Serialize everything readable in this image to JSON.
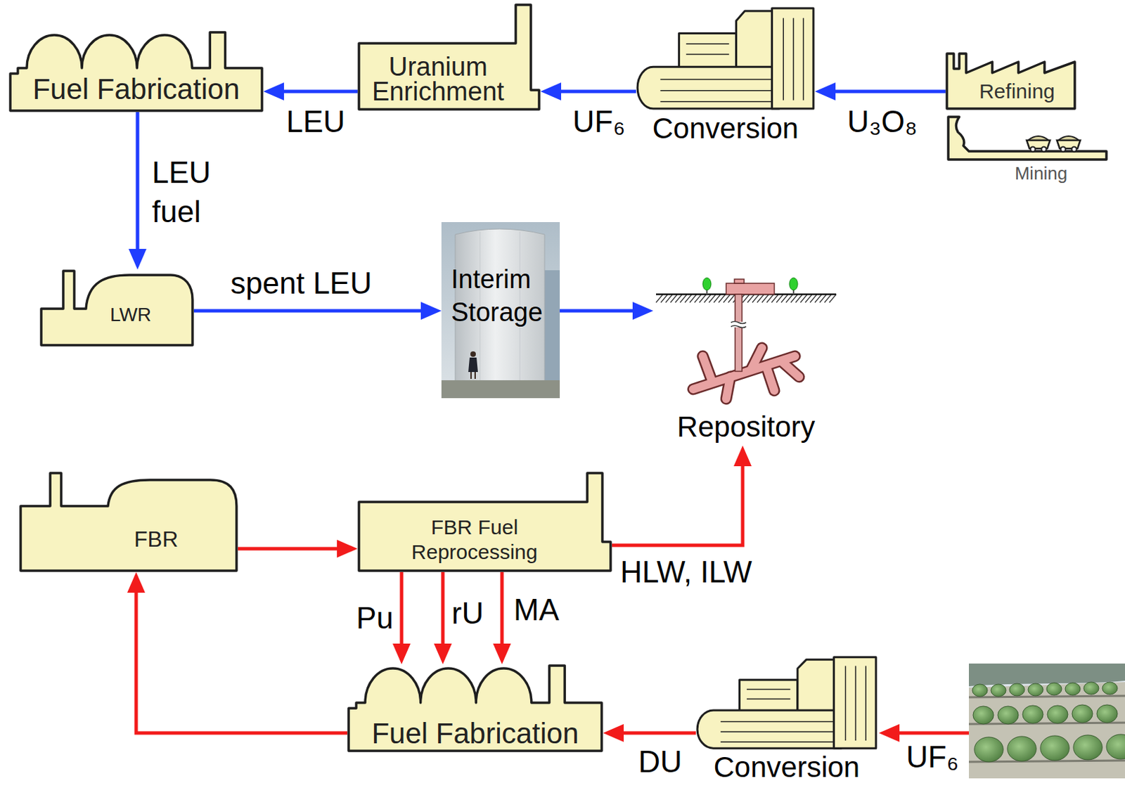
{
  "diagram": {
    "nodes": [
      {
        "text": [
          "Fuel Fabrication"
        ]
      },
      {
        "text": [
          "Uranium Enrichment"
        ]
      },
      {
        "text": [
          "Conversion"
        ]
      },
      {
        "text": [
          "Refining"
        ]
      },
      {
        "text": [
          "Mining"
        ]
      },
      {
        "text": [
          "LWR"
        ]
      },
      {
        "text": [
          "Interim Storage"
        ]
      },
      {
        "text": [
          "Repository"
        ]
      },
      {
        "text": [
          "FBR"
        ]
      },
      {
        "text": [
          "FBR Fuel Reprocessing"
        ]
      },
      {
        "text": [
          "Fuel Fabrication"
        ]
      },
      {
        "text": [
          "Conversion"
        ]
      }
    ],
    "edges": [
      {
        "from": 1,
        "to": 0,
        "label": "LEU",
        "arrow": "to"
      },
      {
        "from": 2,
        "to": 1,
        "label": "UF₆",
        "arrow": "to"
      },
      {
        "from": 3,
        "to": 2,
        "label": "U₃O₈",
        "arrow": "to"
      },
      {
        "from": 0,
        "to": 5,
        "label": "LEU fuel",
        "arrow": "to"
      },
      {
        "from": 5,
        "to": 6,
        "label": "spent LEU",
        "arrow": "to"
      },
      {
        "from": 6,
        "to": 7,
        "arrow": "to"
      },
      {
        "from": 8,
        "to": 9,
        "arrow": "to"
      },
      {
        "from": 9,
        "to": 7,
        "label": "HLW, ILW",
        "arrow": "to"
      },
      {
        "from": 9,
        "to": 10,
        "label": "Pu",
        "arrow": "to"
      },
      {
        "from": 9,
        "to": 10,
        "label": "rU",
        "arrow": "to"
      },
      {
        "from": 9,
        "to": 10,
        "label": "MA",
        "arrow": "to"
      },
      {
        "from": 10,
        "to": 8,
        "arrow": "to"
      },
      {
        "from": 11,
        "to": 10,
        "label": "DU",
        "arrow": "to"
      }
    ],
    "labels": [
      "UF₆"
    ]
  }
}
